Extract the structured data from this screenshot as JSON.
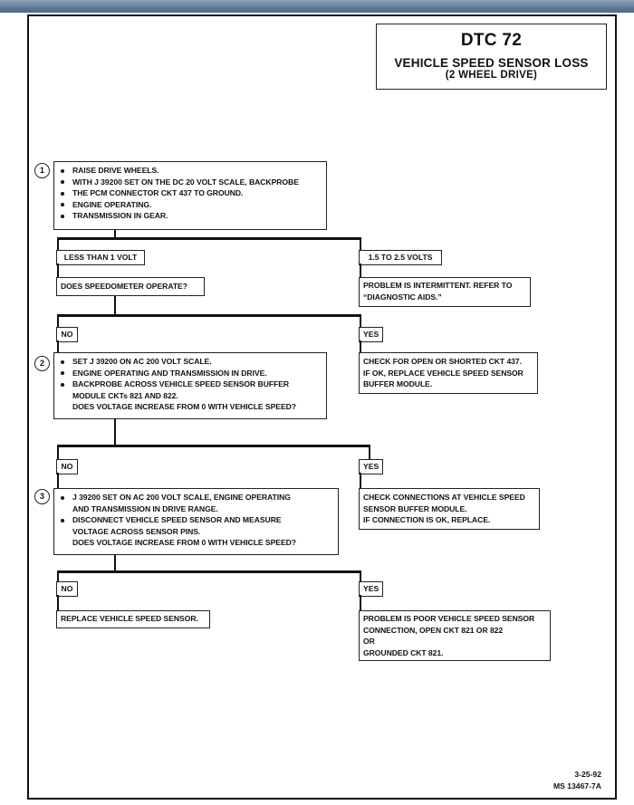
{
  "title": {
    "code": "DTC 72",
    "name": "VEHICLE SPEED SENSOR LOSS",
    "sub": "(2 WHEEL DRIVE)"
  },
  "step1": {
    "num": "1",
    "items": [
      "RAISE DRIVE WHEELS.",
      "WITH J 39200 SET ON THE DC 20 VOLT SCALE, BACKPROBE",
      "THE PCM CONNECTOR CKT 437 TO GROUND.",
      "ENGINE OPERATING.",
      "TRANSMISSION IN GEAR."
    ]
  },
  "branch1": {
    "left_label": "LESS THAN 1 VOLT",
    "right_label": "1.5 TO 2.5 VOLTS",
    "left_question": "DOES SPEEDOMETER OPERATE?",
    "right_result_1": "PROBLEM IS INTERMITTENT.  REFER TO",
    "right_result_2": "“DIAGNOSTIC AIDS.”"
  },
  "branch2": {
    "no": "NO",
    "yes": "YES"
  },
  "step2": {
    "num": "2",
    "items": [
      "SET J 39200 ON AC 200 VOLT SCALE.",
      "ENGINE OPERATING AND TRANSMISSION IN DRIVE.",
      "BACKPROBE ACROSS VEHICLE SPEED SENSOR BUFFER",
      "MODULE CKTs 821 AND 822.",
      "DOES VOLTAGE INCREASE FROM 0 WITH VEHICLE SPEED?"
    ],
    "result": [
      "CHECK FOR OPEN OR SHORTED CKT 437.",
      "IF OK, REPLACE VEHICLE SPEED SENSOR",
      "BUFFER MODULE."
    ]
  },
  "branch3": {
    "no": "NO",
    "yes": "YES"
  },
  "step3": {
    "num": "3",
    "items": [
      "J 39200 SET ON AC 200 VOLT SCALE, ENGINE OPERATING",
      "AND TRANSMISSION IN DRIVE RANGE.",
      "DISCONNECT VEHICLE SPEED SENSOR AND MEASURE",
      "VOLTAGE ACROSS SENSOR PINS.",
      "DOES VOLTAGE INCREASE FROM 0 WITH VEHICLE SPEED?"
    ],
    "result": [
      "CHECK CONNECTIONS AT VEHICLE SPEED",
      "SENSOR BUFFER MODULE.",
      "IF CONNECTION IS OK, REPLACE."
    ]
  },
  "branch4": {
    "no": "NO",
    "yes": "YES",
    "left_result": "REPLACE VEHICLE SPEED SENSOR.",
    "right_result": [
      "PROBLEM IS POOR VEHICLE SPEED SENSOR",
      "CONNECTION, OPEN CKT 821 OR 822",
      "OR",
      "GROUNDED CKT 821."
    ]
  },
  "footer": {
    "date": "3-25-92",
    "ref": "MS 13467-7A"
  }
}
